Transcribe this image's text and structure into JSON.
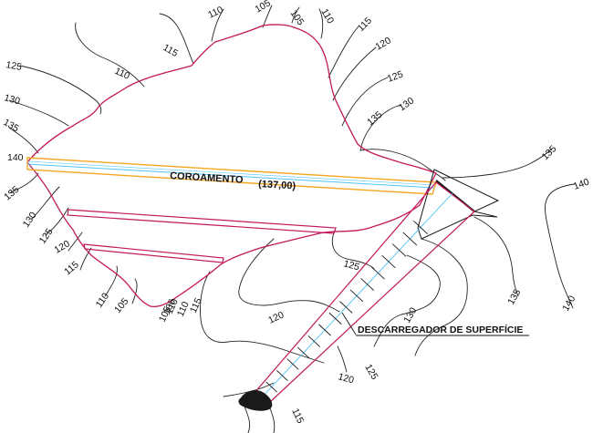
{
  "labels": {
    "crest": "COROAMENTO",
    "crest_elevation": "(137,00)",
    "spillway": "DESCARREGADOR DE SUPERFÍCIE"
  },
  "contour_labels": [
    {
      "text": "110"
    },
    {
      "text": "105"
    },
    {
      "text": "105"
    },
    {
      "text": "110"
    },
    {
      "text": "115"
    },
    {
      "text": "120"
    },
    {
      "text": "125"
    },
    {
      "text": "130"
    },
    {
      "text": "135"
    },
    {
      "text": "135"
    },
    {
      "text": "140"
    },
    {
      "text": "140"
    },
    {
      "text": "135"
    },
    {
      "text": "130"
    },
    {
      "text": "125"
    },
    {
      "text": "120"
    },
    {
      "text": "115"
    },
    {
      "text": "110"
    },
    {
      "text": "105"
    },
    {
      "text": "115"
    },
    {
      "text": "110"
    },
    {
      "text": "105"
    },
    {
      "text": "115"
    },
    {
      "text": "120"
    },
    {
      "text": "125"
    },
    {
      "text": "130"
    },
    {
      "text": "135"
    },
    {
      "text": "140"
    },
    {
      "text": "135"
    },
    {
      "text": "130"
    },
    {
      "text": "125"
    },
    {
      "text": "120"
    },
    {
      "text": "115"
    },
    {
      "text": "110"
    },
    {
      "text": "105"
    },
    {
      "text": "106"
    },
    {
      "text": "110"
    },
    {
      "text": "115"
    },
    {
      "text": "120"
    },
    {
      "text": "125"
    },
    {
      "text": "120"
    },
    {
      "text": "125"
    },
    {
      "text": "130"
    },
    {
      "text": "115"
    }
  ],
  "colors": {
    "reservoir_rim": "#c2185b",
    "crest_outline": "#f5a623",
    "water_line": "#4fc3f7",
    "terrain_contour": "#222222",
    "spillway_walls": "#c2185b",
    "outlet_fill": "#1a1a1a"
  }
}
